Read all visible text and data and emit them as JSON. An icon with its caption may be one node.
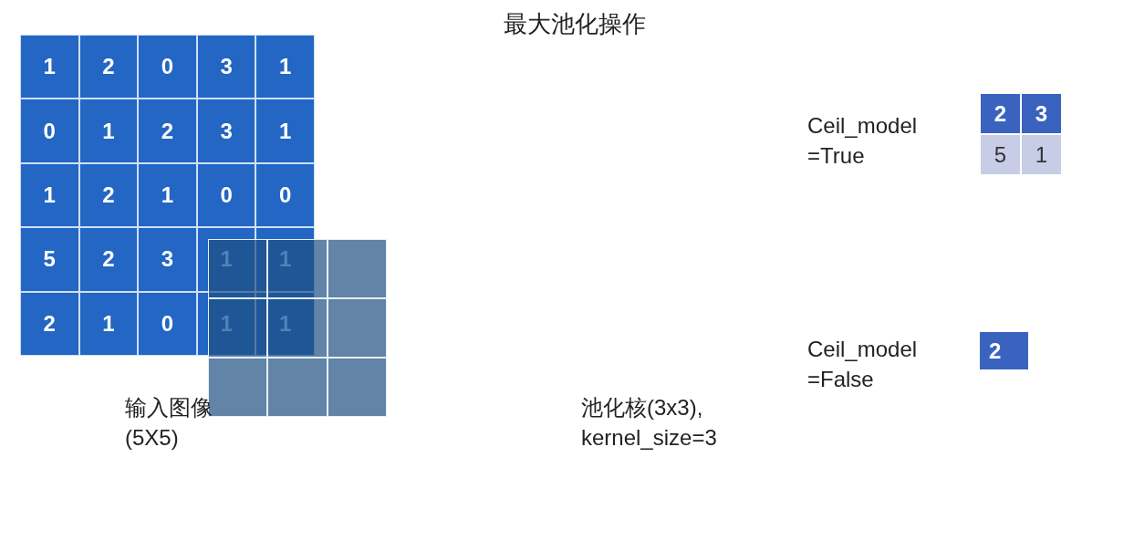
{
  "diagram": {
    "title": "最大池化操作",
    "labels": [
      "1",
      "2",
      "0",
      "3",
      "1",
      "0",
      "1",
      "2",
      "3",
      "1",
      "1",
      "2",
      "1",
      "0",
      "0",
      "5",
      "2",
      "3",
      "1",
      "1",
      "2",
      "1",
      "0",
      "1",
      "1",
      "输入图像 (5X5)",
      "池化核(3x3), kernel_size=3",
      "Ceil_model =True",
      "2",
      "3",
      "5",
      "1",
      "Ceil_model =False",
      "2"
    ]
  }
}
